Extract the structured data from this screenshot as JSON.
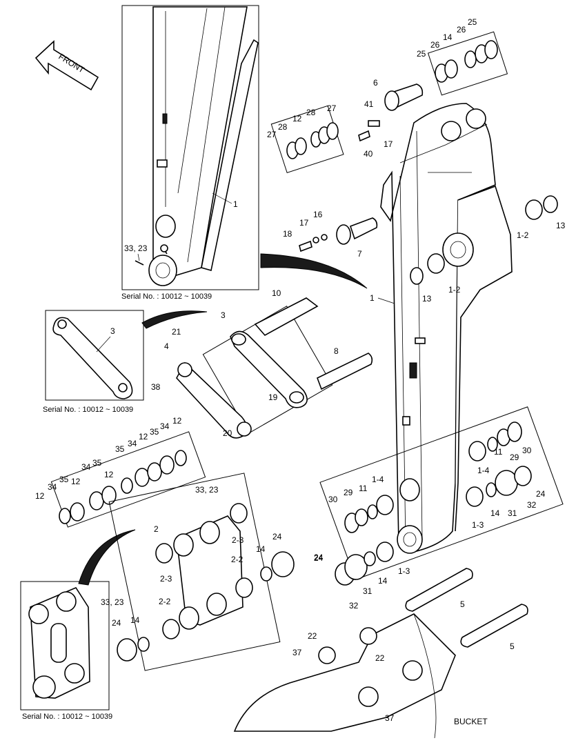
{
  "direction_label": "FRONT",
  "bucket_label": "BUCKET",
  "insets": [
    {
      "id": "inset-boom",
      "caption": "Serial No. : 10012 ~ 10039"
    },
    {
      "id": "inset-link",
      "caption": "Serial No. : 10012 ~ 10039"
    },
    {
      "id": "inset-bracket",
      "caption": "Serial No. : 10012 ~ 10039"
    }
  ],
  "callouts": [
    "1",
    "33, 23",
    "1",
    "10",
    "3",
    "21",
    "4",
    "38",
    "8",
    "19",
    "20",
    "3",
    "13",
    "1-2",
    "13",
    "1-2",
    "6",
    "41",
    "40",
    "17",
    "27",
    "28",
    "12",
    "28",
    "27",
    "25",
    "26",
    "14",
    "26",
    "25",
    "18",
    "17",
    "16",
    "7",
    "12",
    "34",
    "12",
    "35",
    "34",
    "12",
    "35",
    "34",
    "35",
    "12",
    "34",
    "35",
    "12",
    "33, 23",
    "2",
    "2-3",
    "2-2",
    "2-3",
    "33, 23",
    "24",
    "2-2",
    "14",
    "24",
    "14",
    "24",
    "1-4",
    "30",
    "29",
    "11",
    "1-4",
    "29",
    "11",
    "30",
    "24",
    "14",
    "31",
    "32",
    "1-3",
    "24",
    "31",
    "32",
    "14",
    "1-3",
    "5",
    "5",
    "22",
    "22",
    "37",
    "37"
  ]
}
